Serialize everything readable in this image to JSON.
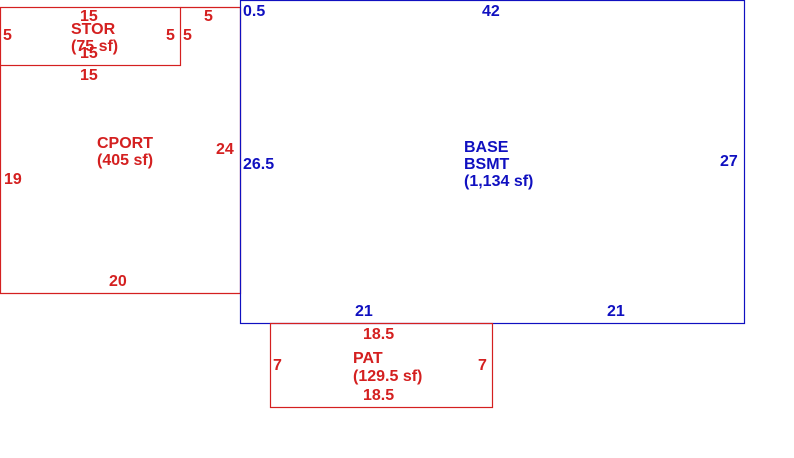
{
  "colors": {
    "red": "#d42020",
    "blue": "#1010c0"
  },
  "stor": {
    "name": "STOR",
    "area": "(75 sf)",
    "top": "15",
    "bottom_in": "15",
    "bottom_out": "15",
    "left": "5",
    "right": "5"
  },
  "cport": {
    "name": "CPORT",
    "area": "(405 sf)",
    "left": "19",
    "right": "24",
    "bottom": "20",
    "right_top": "5",
    "right_top2": "5"
  },
  "base": {
    "name": "BASE",
    "name2": "BSMT",
    "area": "(1,134 sf)",
    "top": "42",
    "top_left": "0.5",
    "left": "26.5",
    "right": "27",
    "bottom_left": "21",
    "bottom_right": "21"
  },
  "pat": {
    "name": "PAT",
    "area": "(129.5 sf)",
    "top": "18.5",
    "bottom": "18.5",
    "left": "7",
    "right": "7"
  }
}
